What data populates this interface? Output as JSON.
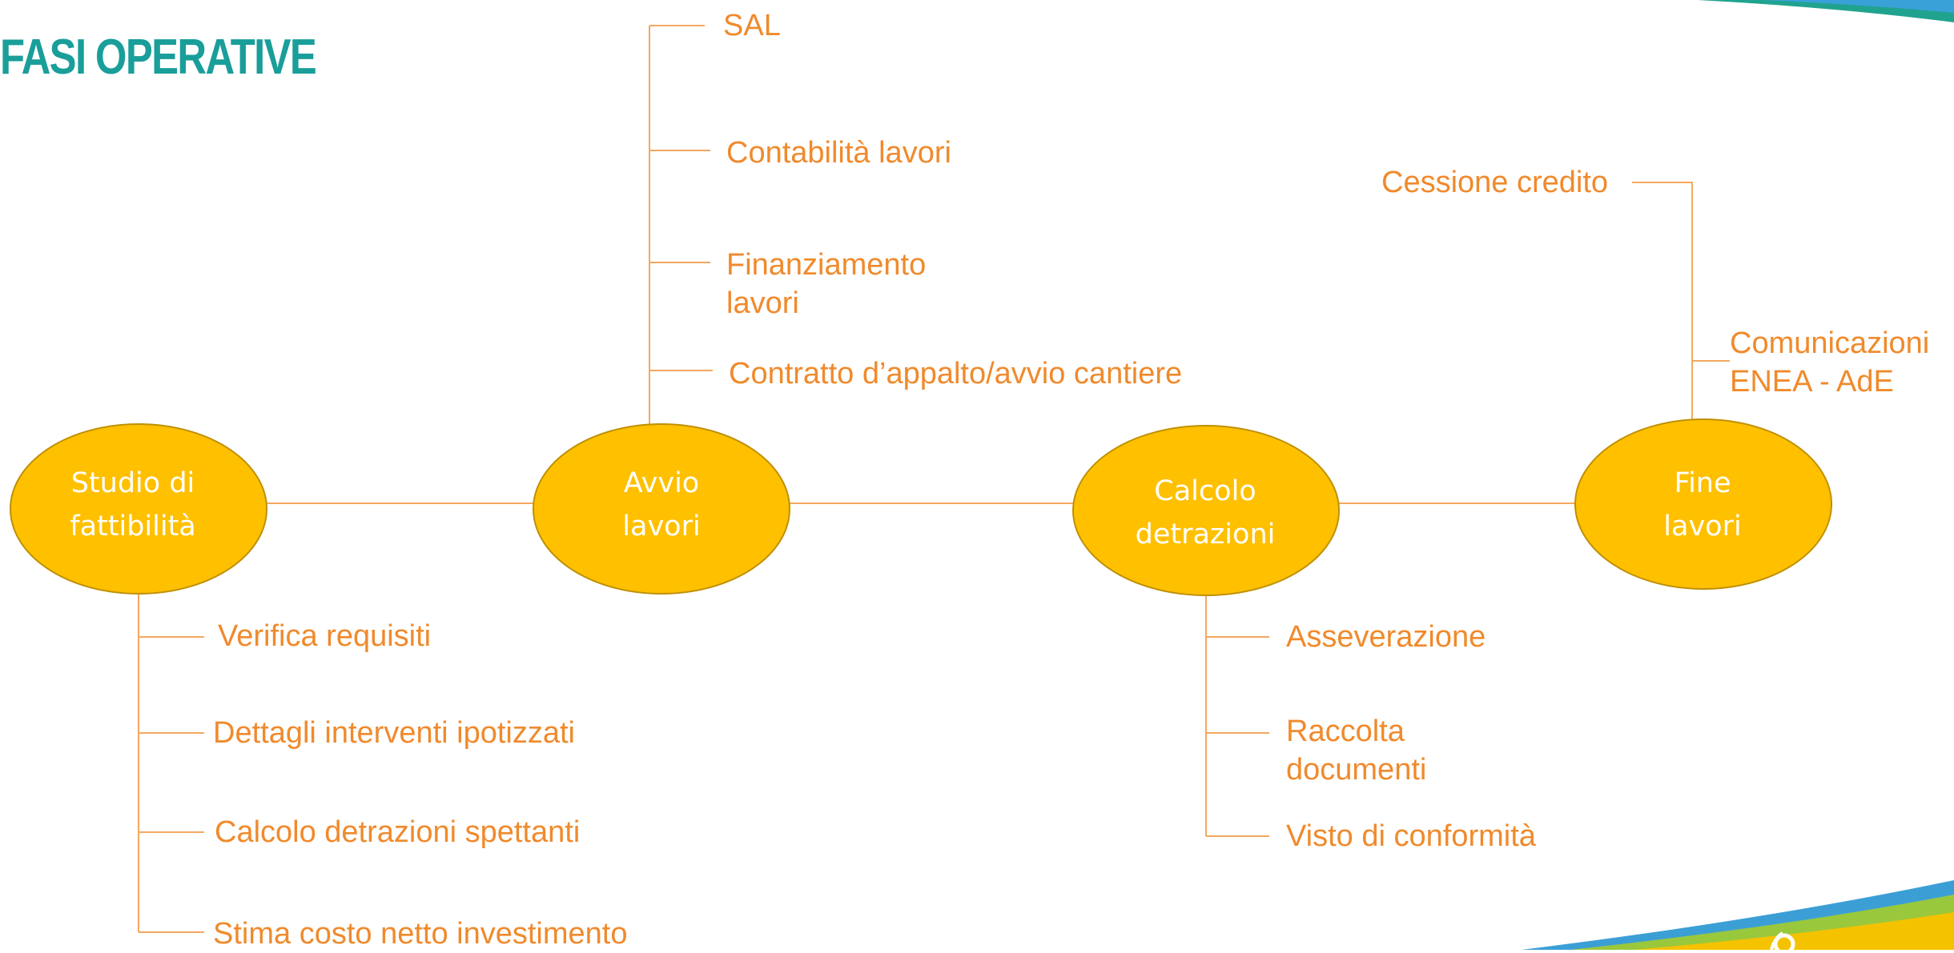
{
  "title": "FASI OPERATIVE",
  "colors": {
    "title": "#1a9e9a",
    "node_fill": "#ffc000",
    "node_stroke": "#bf9000",
    "node_text": "#ffffff",
    "connector": "#f4a860",
    "label_text": "#f08a2c"
  },
  "nodes": [
    {
      "id": "studio",
      "label": "Studio di\nfattibilità",
      "branches": [
        "Verifica requisiti",
        "Dettagli interventi ipotizzati",
        "Calcolo detrazioni spettanti",
        "Stima costo netto investimento"
      ]
    },
    {
      "id": "avvio",
      "label": "Avvio\nlavori",
      "branches": [
        "SAL",
        "Contabilità lavori",
        "Finanziamento\nlavori",
        "Contratto d’appalto/avvio cantiere"
      ]
    },
    {
      "id": "calcolo",
      "label": "Calcolo\ndetrazioni",
      "branches": [
        "Asseverazione",
        "Raccolta\ndocumenti",
        "Visto di conformità"
      ]
    },
    {
      "id": "fine",
      "label": "Fine\nlavori",
      "branches": [
        "Cessione credito",
        "Comunicazioni\nENEA - AdE"
      ]
    }
  ]
}
